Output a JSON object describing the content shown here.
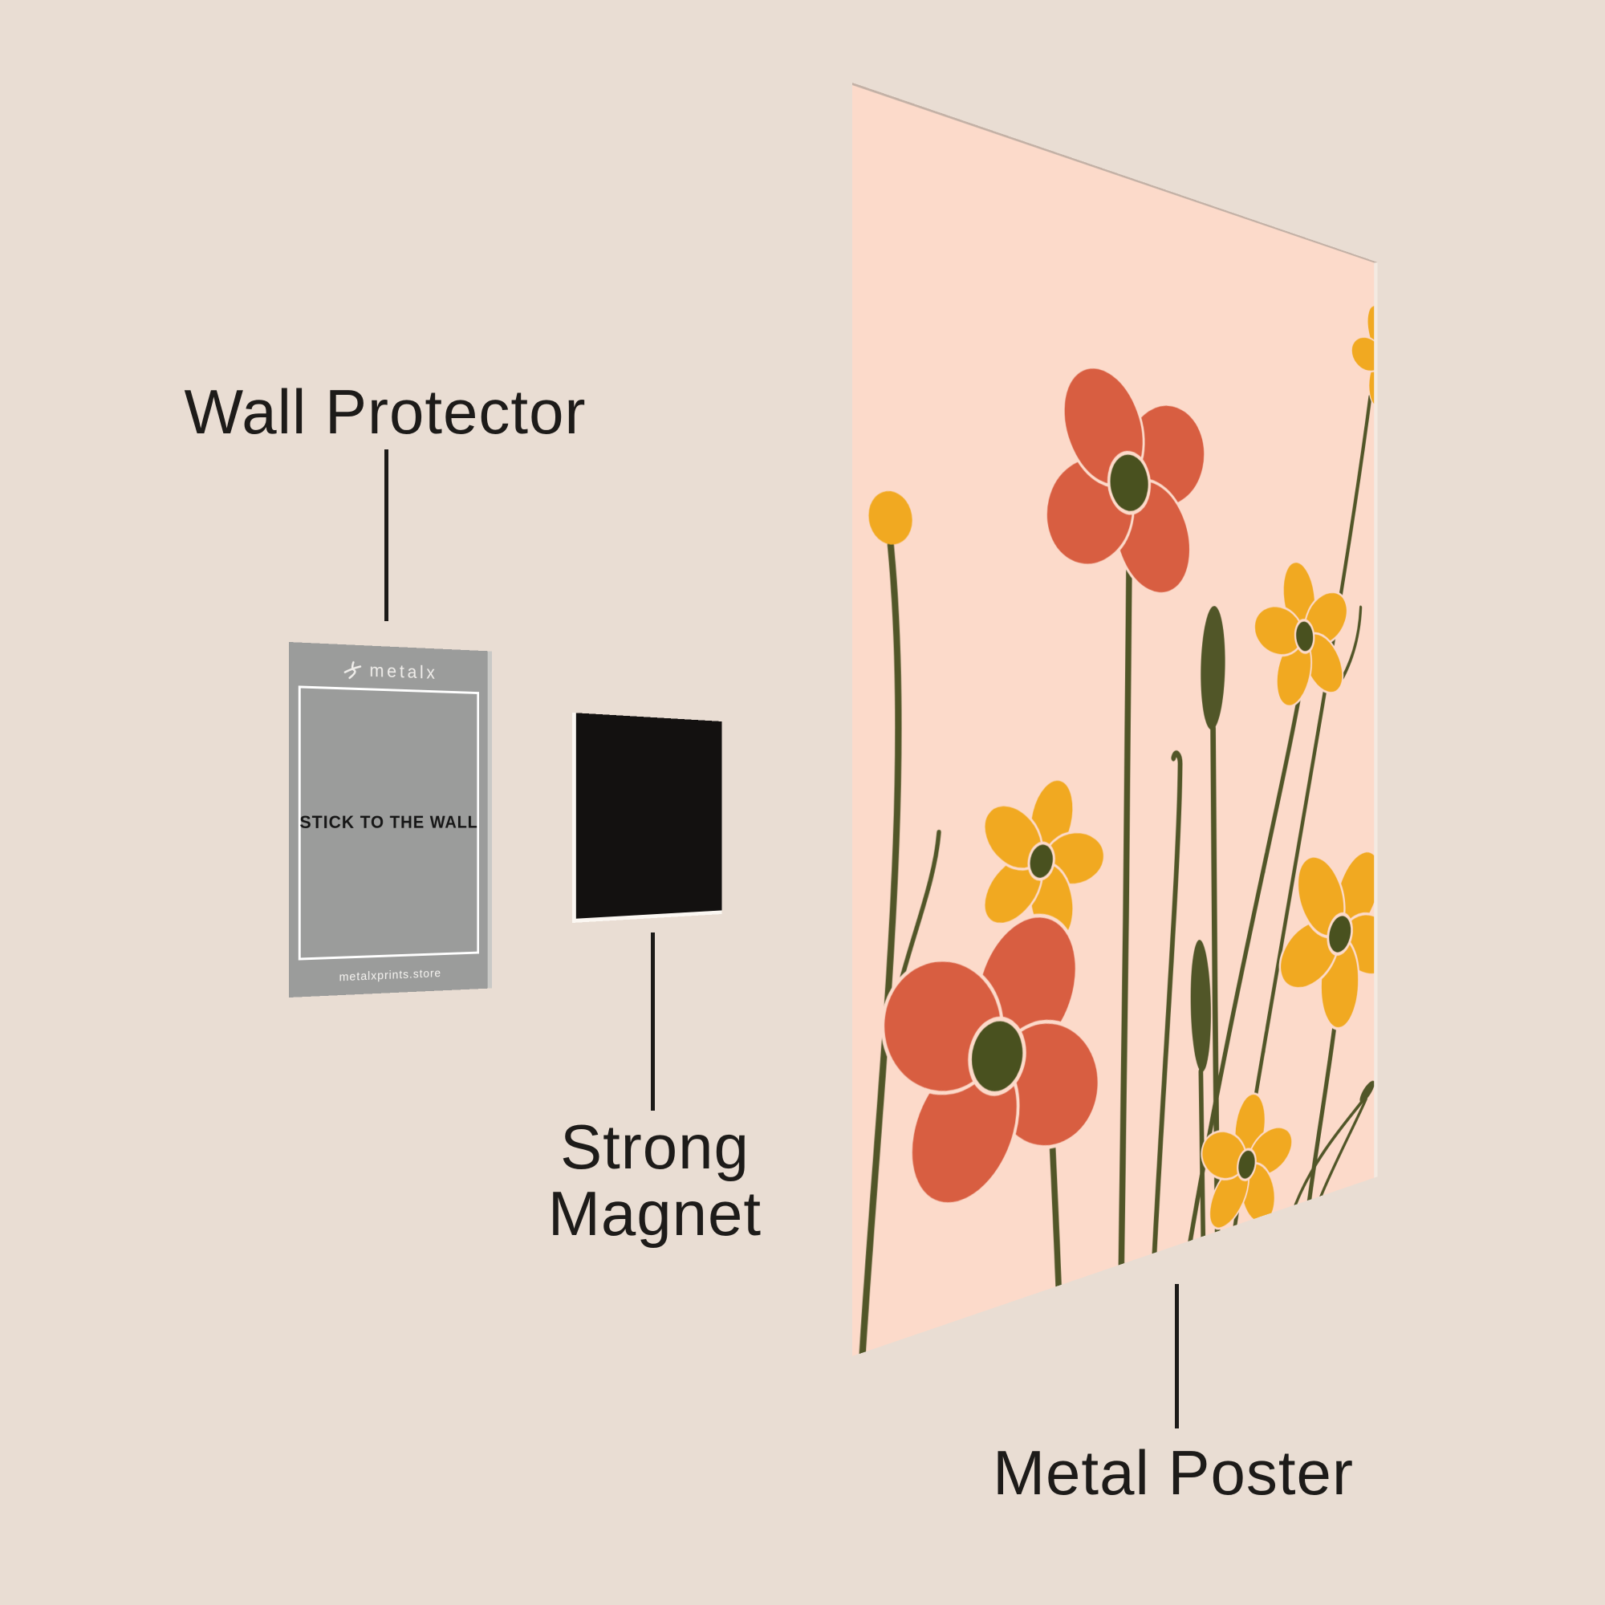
{
  "scene": {
    "background_color": "#e9ddd3",
    "text_color": "#1d1b19",
    "labels": {
      "wall_protector": "Wall Protector",
      "strong_magnet_line1": "Strong",
      "strong_magnet_line2": "Magnet",
      "metal_poster": "Metal Poster"
    },
    "wall_protector_card": {
      "brand": "metalx",
      "brand_icon": "metalx-logo-icon",
      "instruction": "STICK TO THE WALL",
      "website": "metalxprints.store",
      "card_color": "#9b9c9b",
      "border_color": "#ffffff",
      "instruction_color": "#161616"
    },
    "magnet": {
      "color": "#131110",
      "edge_highlight": "#fbf7f2"
    },
    "poster": {
      "background_color": "#fcdaca",
      "artwork": "wildflower-illustration",
      "flower_colors": {
        "red": "#d85e41",
        "yellow": "#f1a921",
        "stem": "#515628",
        "flower_center": "#49511f"
      }
    }
  }
}
